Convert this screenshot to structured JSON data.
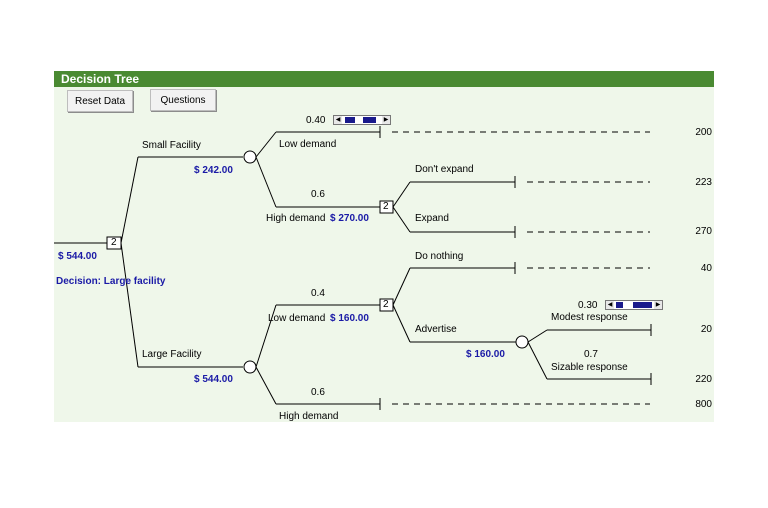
{
  "title": "Decision Tree",
  "buttons": {
    "reset": "Reset Data",
    "questions": "Questions"
  },
  "root": {
    "value": "$   544.00",
    "decision": "Decision: Large facility",
    "node_label": "2"
  },
  "small": {
    "label": "Small Facility",
    "value": "$   242.00",
    "low": {
      "prob": "0.40",
      "label": "Low demand",
      "payoff": "200"
    },
    "high": {
      "prob": "0.6",
      "label": "High demand",
      "value": "$   270.00",
      "node_label": "2",
      "dont_expand": {
        "label": "Don't expand",
        "payoff": "223"
      },
      "expand": {
        "label": "Expand",
        "payoff": "270"
      }
    }
  },
  "large": {
    "label": "Large Facility",
    "value": "$   544.00",
    "low": {
      "prob": "0.4",
      "label": "Low demand",
      "value": "$   160.00",
      "node_label": "2",
      "do_nothing": {
        "label": "Do nothing",
        "payoff": "40"
      },
      "advertise": {
        "label": "Advertise",
        "value": "$   160.00",
        "modest": {
          "prob": "0.30",
          "label": "Modest response",
          "payoff": "20"
        },
        "sizable": {
          "prob": "0.7",
          "label": "Sizable response",
          "payoff": "220"
        }
      }
    },
    "high": {
      "prob": "0.6",
      "label": "High demand",
      "payoff": "800"
    }
  },
  "colors": {
    "header": "#4a8a32",
    "panel": "#eff7ea",
    "value_text": "#1a1aa6"
  }
}
